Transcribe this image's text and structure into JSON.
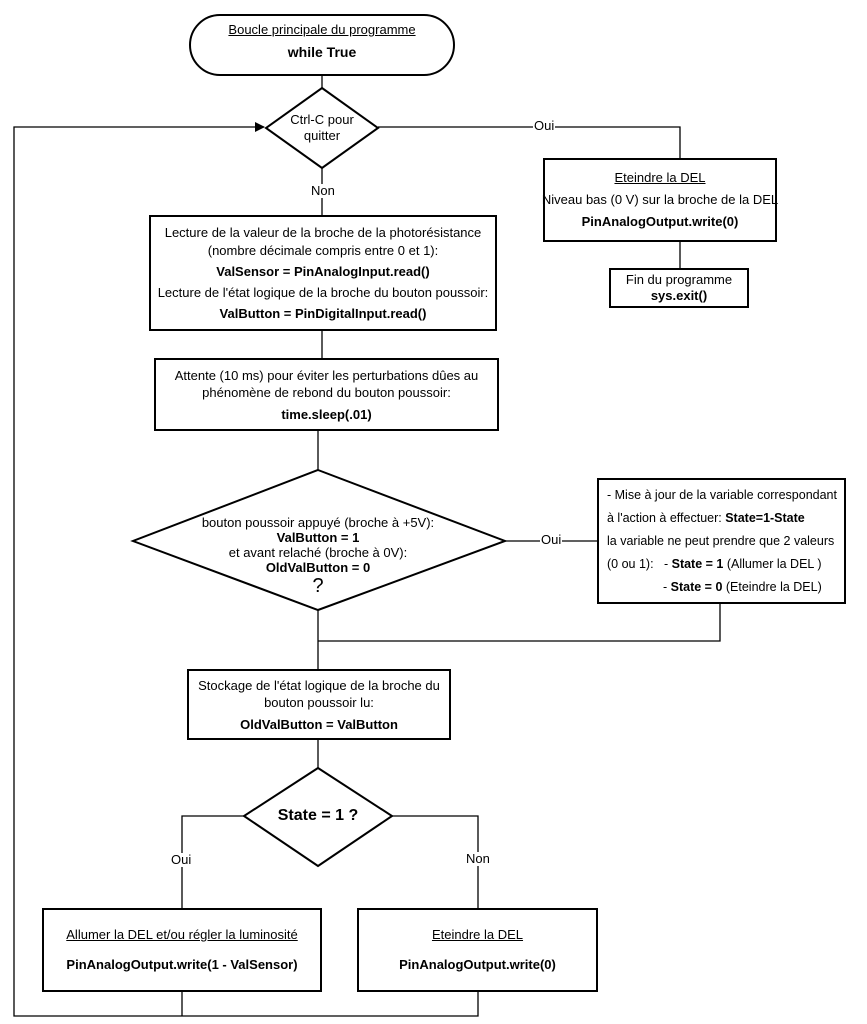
{
  "start": {
    "title": "Boucle principale du programme",
    "code": "while True"
  },
  "ctrlc": {
    "line1": "Ctrl-C pour",
    "line2": "quitter",
    "yes": "Oui",
    "no": "Non"
  },
  "led_off_exit": {
    "title": "Eteindre la DEL",
    "desc": "Niveau bas (0 V) sur la broche de la DEL",
    "code": "PinAnalogOutput.write(0)"
  },
  "end": {
    "line1": "Fin du programme",
    "code": "sys.exit()"
  },
  "read": {
    "line1": "Lecture de la valeur de la broche de la photorésistance",
    "line2": "(nombre décimale compris entre 0 et 1):",
    "code1": "ValSensor = PinAnalogInput.read()",
    "line3": "Lecture de l'état logique de la broche du bouton poussoir:",
    "code2": "ValButton = PinDigitalInput.read()"
  },
  "wait": {
    "line1": "Attente (10 ms) pour éviter les perturbations dûes au",
    "line2": "phénomène de rebond du bouton poussoir:",
    "code": "time.sleep(.01)"
  },
  "button_check": {
    "line1": "bouton poussoir appuyé (broche à +5V):",
    "code1": "ValButton = 1",
    "line2": "et avant relaché (broche à 0V):",
    "code2": "OldValButton = 0",
    "q": "?",
    "yes": "Oui"
  },
  "toggle": {
    "line1": "- Mise à jour de la variable correspondant",
    "line2a": "à l'action à effectuer: ",
    "line2b": "State=1-State",
    "line3": "la variable ne peut prendre que 2 valeurs",
    "line4a": "(0 ou 1):   - ",
    "line4b": "State = 1",
    "line4c": " (Allumer la DEL )",
    "line5a": "- ",
    "line5b": "State = 0",
    "line5c": " (Eteindre la DEL)"
  },
  "store": {
    "line1": "Stockage de l'état logique de la broche du",
    "line2": "bouton poussoir lu:",
    "code": "OldValButton = ValButton"
  },
  "state_check": {
    "text": "State = 1 ?",
    "yes": "Oui",
    "no": "Non"
  },
  "led_on": {
    "title": "Allumer la DEL et/ou régler la luminosité",
    "code": "PinAnalogOutput.write(1 - ValSensor)"
  },
  "led_off": {
    "title": "Eteindre la DEL",
    "code": "PinAnalogOutput.write(0)"
  }
}
